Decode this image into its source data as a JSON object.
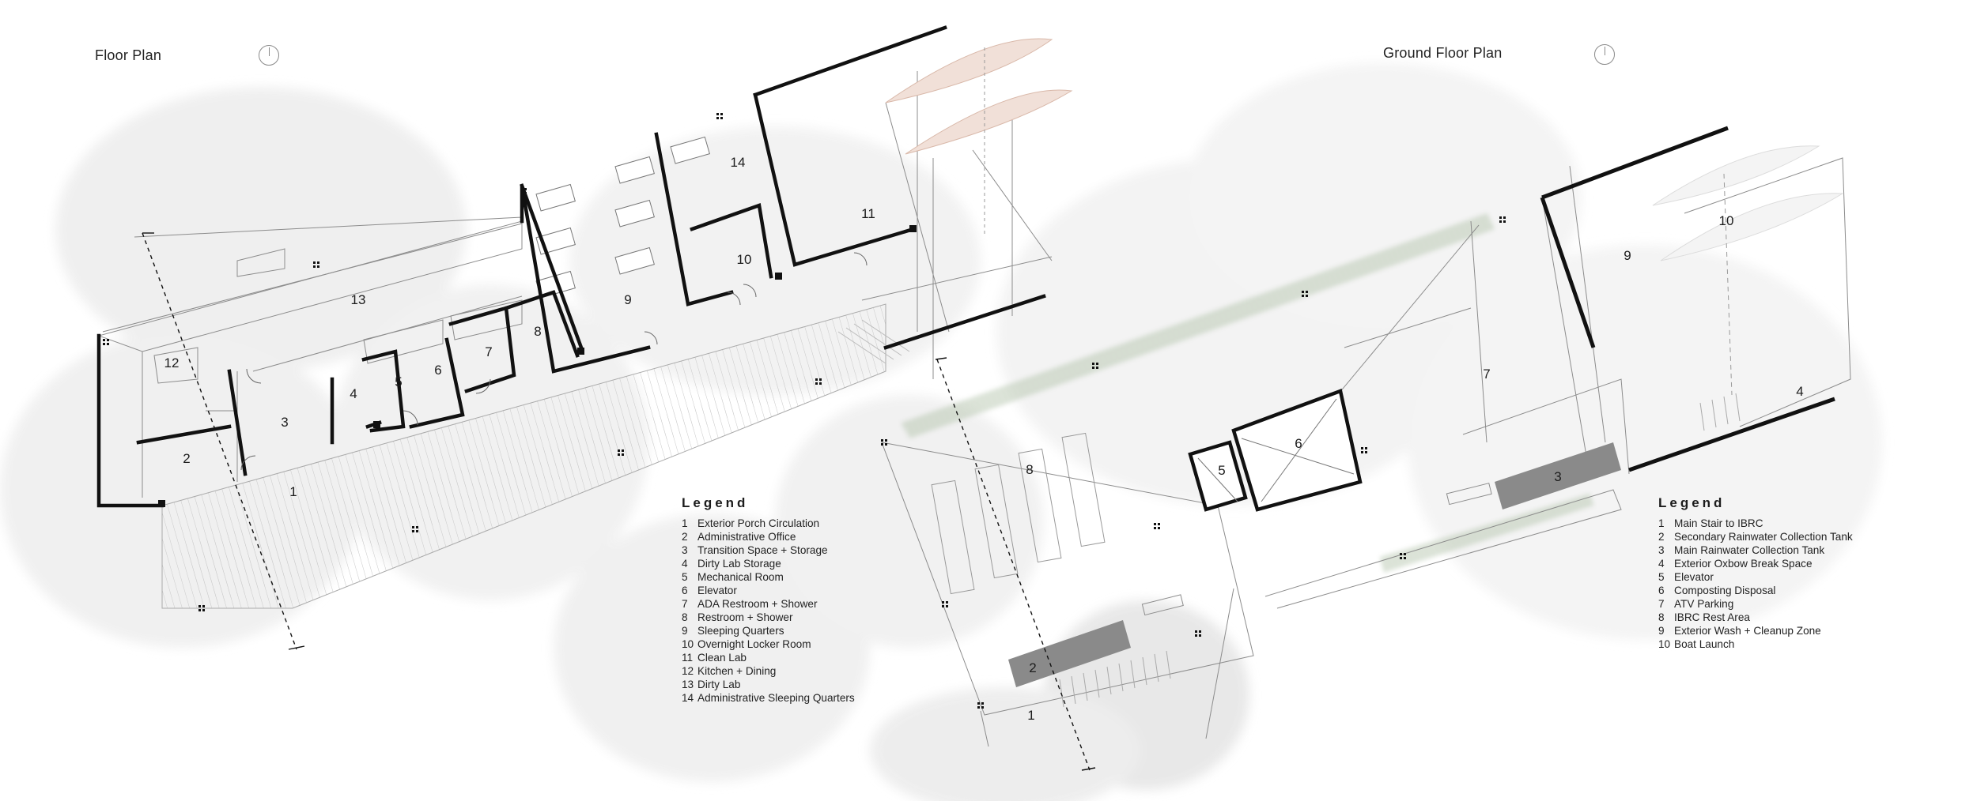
{
  "colors": {
    "wall": "#111111",
    "thin_line": "#8c8c8c",
    "deck_line": "#c7c7c7",
    "tree_shadow": "#ebebeb",
    "hedge": "#9fb49a",
    "tank": "#8a8a8a",
    "canoe_fill": "#f1e0d8",
    "canoe_stroke": "#d9b8a9"
  },
  "floor_plan": {
    "title": "Floor Plan",
    "compass_icon": "north-arrow-icon",
    "room_labels": [
      "1",
      "2",
      "3",
      "4",
      "5",
      "6",
      "7",
      "8",
      "9",
      "10",
      "11",
      "12",
      "13",
      "14"
    ],
    "legend": {
      "title": "Legend",
      "items": [
        {
          "num": "1",
          "label": "Exterior Porch Circulation"
        },
        {
          "num": "2",
          "label": "Administrative Office"
        },
        {
          "num": "3",
          "label": "Transition Space + Storage"
        },
        {
          "num": "4",
          "label": "Dirty Lab Storage"
        },
        {
          "num": "5",
          "label": "Mechanical Room"
        },
        {
          "num": "6",
          "label": "Elevator"
        },
        {
          "num": "7",
          "label": "ADA Restroom + Shower"
        },
        {
          "num": "8",
          "label": "Restroom + Shower"
        },
        {
          "num": "9",
          "label": "Sleeping Quarters"
        },
        {
          "num": "10",
          "label": "Overnight Locker Room"
        },
        {
          "num": "11",
          "label": "Clean Lab"
        },
        {
          "num": "12",
          "label": "Kitchen + Dining"
        },
        {
          "num": "13",
          "label": "Dirty Lab"
        },
        {
          "num": "14",
          "label": "Administrative Sleeping Quarters"
        }
      ]
    }
  },
  "ground_floor_plan": {
    "title": "Ground Floor Plan",
    "compass_icon": "north-arrow-icon",
    "room_labels": [
      "1",
      "2",
      "3",
      "4",
      "5",
      "6",
      "7",
      "8",
      "9",
      "10"
    ],
    "legend": {
      "title": "Legend",
      "items": [
        {
          "num": "1",
          "label": "Main Stair to IBRC"
        },
        {
          "num": "2",
          "label": "Secondary Rainwater Collection Tank"
        },
        {
          "num": "3",
          "label": "Main Rainwater Collection Tank"
        },
        {
          "num": "4",
          "label": "Exterior Oxbow Break Space"
        },
        {
          "num": "5",
          "label": "Elevator"
        },
        {
          "num": "6",
          "label": "Composting Disposal"
        },
        {
          "num": "7",
          "label": "ATV Parking"
        },
        {
          "num": "8",
          "label": "IBRC Rest Area"
        },
        {
          "num": "9",
          "label": "Exterior Wash + Cleanup Zone"
        },
        {
          "num": "10",
          "label": "Boat Launch"
        }
      ]
    }
  }
}
